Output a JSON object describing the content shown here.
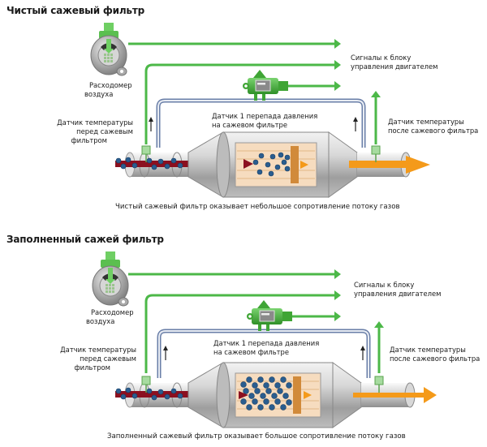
{
  "panels": [
    {
      "id": "clean",
      "title": "Чистый сажевый фильтр",
      "labels": {
        "air_flow_meter": [
          "Расходомер",
          "воздуха"
        ],
        "signals": [
          "Сигналы к блоку",
          "управления двигателем"
        ],
        "temp_before": [
          "Датчик температуры",
          "перед сажевым",
          "фильтром"
        ],
        "pressure_sensor": [
          "Датчик 1 перепада давления",
          "на сажевом фильтре"
        ],
        "temp_after": [
          "Датчик температуры",
          "после сажевого фильтра"
        ]
      },
      "caption": "Чистый сажевый фильтр оказывает небольшое сопротивление потоку газов",
      "filter_state": "clean"
    },
    {
      "id": "loaded",
      "title": "Заполненный сажей фильтр",
      "labels": {
        "air_flow_meter": [
          "Расходомер",
          "воздуха"
        ],
        "signals": [
          "Сигналы к блоку",
          "управления двигателем"
        ],
        "temp_before": [
          "Датчик температуры",
          "перед сажевым",
          "фильтром"
        ],
        "pressure_sensor": [
          "Датчик 1 перепада давления",
          "на сажевом фильтре"
        ],
        "temp_after": [
          "Датчик температуры",
          "после сажевого фильтра"
        ]
      },
      "caption": "Заполненный сажевый фильтр оказывает большое сопротивление потоку газов",
      "filter_state": "loaded"
    }
  ],
  "colors": {
    "signal_green": "#4cb848",
    "sensor_green": "#3fa535",
    "pipe_gray": "#c8c8c8",
    "hose_blue": "#6a7fa8",
    "exhaust_red": "#8b1020",
    "soot_blue": "#2a5d8f",
    "clean_gas_orange": "#f49a1a"
  }
}
